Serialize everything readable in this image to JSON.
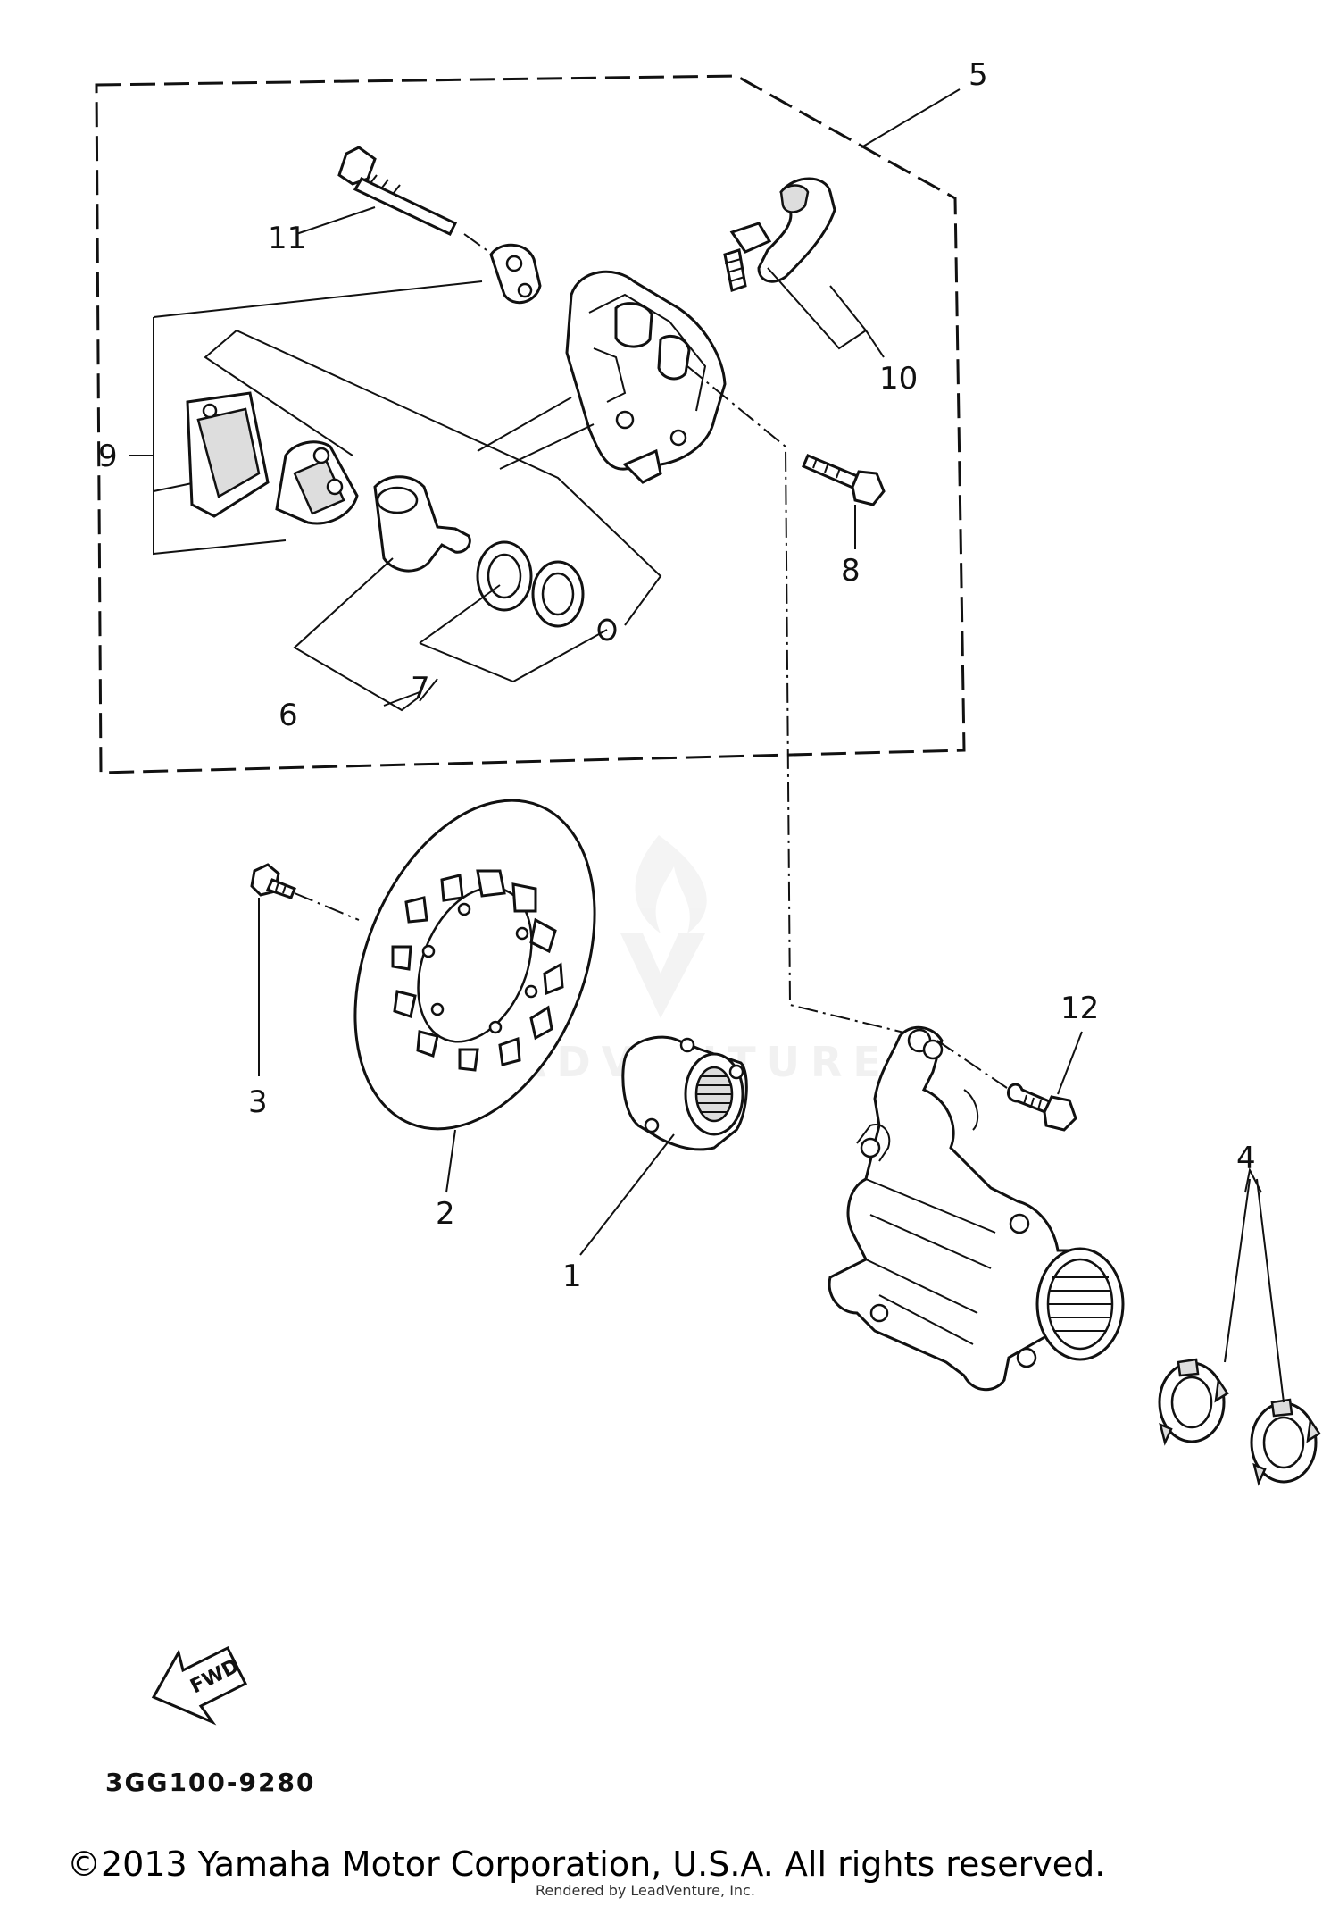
{
  "watermark": {
    "text": "LEADVENTURE"
  },
  "callouts": {
    "c1": "1",
    "c2": "2",
    "c3": "3",
    "c4": "4",
    "c5": "5",
    "c6": "6",
    "c7": "7",
    "c8": "8",
    "c9": "9",
    "c10": "10",
    "c11": "11",
    "c12": "12"
  },
  "fwd_arrow": {
    "label": "FWD"
  },
  "diagram_code": "3GG100-9280",
  "copyright": "©2013 Yamaha Motor Corporation, U.S.A. All rights reserved.",
  "rendered_by": "Rendered by LeadVenture, Inc."
}
